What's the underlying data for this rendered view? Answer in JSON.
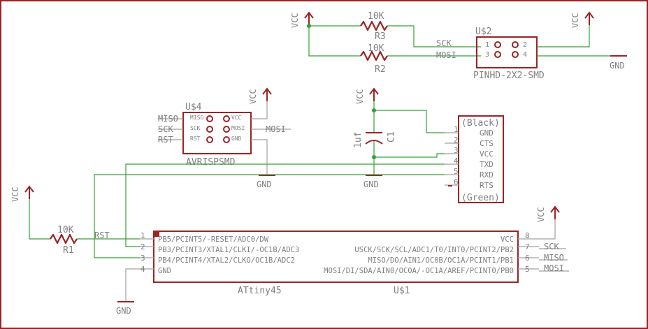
{
  "power": {
    "vcc": "VCC",
    "gnd": "GND"
  },
  "resistors": {
    "r3": {
      "name": "R3",
      "value": "10K"
    },
    "r2": {
      "name": "R2",
      "value": "10K"
    },
    "r1": {
      "name": "R1",
      "value": "10K"
    }
  },
  "capacitor": {
    "name": "C1",
    "value": "1uf"
  },
  "header_u2": {
    "name": "U$2",
    "package": "PINHD-2X2-SMD",
    "pins": [
      "1",
      "2",
      "3",
      "4"
    ],
    "nets": {
      "sck": "SCK",
      "mosi": "MOSI"
    }
  },
  "header_u4": {
    "name": "U$4",
    "package": "AVRISPSMD",
    "pins_left": [
      "MISO",
      "SCK",
      "RST"
    ],
    "pins_right": [
      "VCC",
      "MOSI",
      "GND"
    ],
    "nets_left": [
      "MISO",
      "SCK",
      "RST"
    ],
    "net_right": "MOSI"
  },
  "ftdi": {
    "top_label": "(Black)",
    "bottom_label": "(Green)",
    "pins": [
      {
        "num": "1",
        "name": "GND"
      },
      {
        "num": "2",
        "name": "CTS"
      },
      {
        "num": "3",
        "name": "VCC"
      },
      {
        "num": "4",
        "name": "TXD"
      },
      {
        "num": "5",
        "name": "RXD"
      },
      {
        "num": "6",
        "name": "RTS"
      }
    ]
  },
  "chip": {
    "name": "ATtiny45",
    "ref": "U$1",
    "left_pins": [
      {
        "num": "1",
        "name": "PB5/PCINT5/-RESET/ADC0/DW"
      },
      {
        "num": "2",
        "name": "PB3/PCINT3/XTAL1/CLKI/-OC1B/ADC3"
      },
      {
        "num": "3",
        "name": "PB4/PCINT4/XTAL2/CLKO/OC1B/ADC2"
      },
      {
        "num": "4",
        "name": "GND"
      }
    ],
    "right_pins": [
      {
        "num": "8",
        "name": "VCC"
      },
      {
        "num": "7",
        "name": "USCK/SCK/SCL/ADC1/T0/INT0/PCINT2/PB2"
      },
      {
        "num": "6",
        "name": "MISO/DO/AIN1/OC0B/OC1A/PCINT1/PB1"
      },
      {
        "num": "5",
        "name": "MOSI/DI/SDA/AIN0/OC0A/-OC1A/AREF/PCINT0/PB0"
      }
    ],
    "rst_net": "RST",
    "right_nets": [
      "SCK",
      "MISO",
      "MOSI"
    ]
  }
}
